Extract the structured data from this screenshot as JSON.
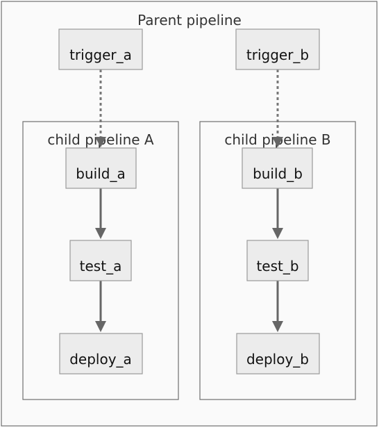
{
  "parent": {
    "title": "Parent pipeline"
  },
  "clusters": {
    "a": {
      "title": "child pipeline A"
    },
    "b": {
      "title": "child pipeline B"
    }
  },
  "nodes": {
    "trigger_a": "trigger_a",
    "trigger_b": "trigger_b",
    "build_a": "build_a",
    "test_a": "test_a",
    "deploy_a": "deploy_a",
    "build_b": "build_b",
    "test_b": "test_b",
    "deploy_b": "deploy_b"
  },
  "edges": [
    {
      "from": "trigger_a",
      "to": "build_a",
      "style": "dotted"
    },
    {
      "from": "trigger_b",
      "to": "build_b",
      "style": "dotted"
    },
    {
      "from": "build_a",
      "to": "test_a",
      "style": "solid"
    },
    {
      "from": "test_a",
      "to": "deploy_a",
      "style": "solid"
    },
    {
      "from": "build_b",
      "to": "test_b",
      "style": "solid"
    },
    {
      "from": "test_b",
      "to": "deploy_b",
      "style": "solid"
    }
  ]
}
